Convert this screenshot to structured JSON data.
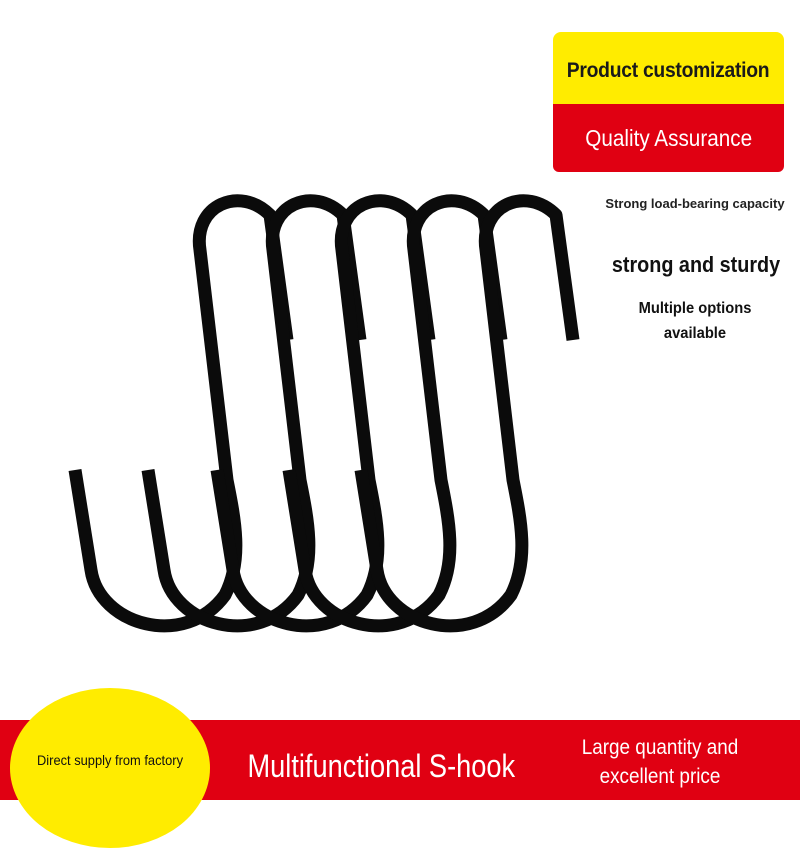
{
  "badge": {
    "top_text": "Product customization",
    "bottom_text": "Quality Assurance"
  },
  "features": {
    "load_bearing": "Strong load-bearing capacity",
    "sturdy": "strong and sturdy",
    "options": "Multiple options available"
  },
  "banner": {
    "left_text": "Direct supply from factory",
    "title": "Multifunctional S-hook",
    "right_text": "Large quantity and excellent price"
  },
  "colors": {
    "red": "#e00012",
    "yellow": "#ffec00",
    "hook": "#0b0b0b"
  },
  "image": {
    "subject": "five black S-hooks arranged in an overlapping row"
  }
}
